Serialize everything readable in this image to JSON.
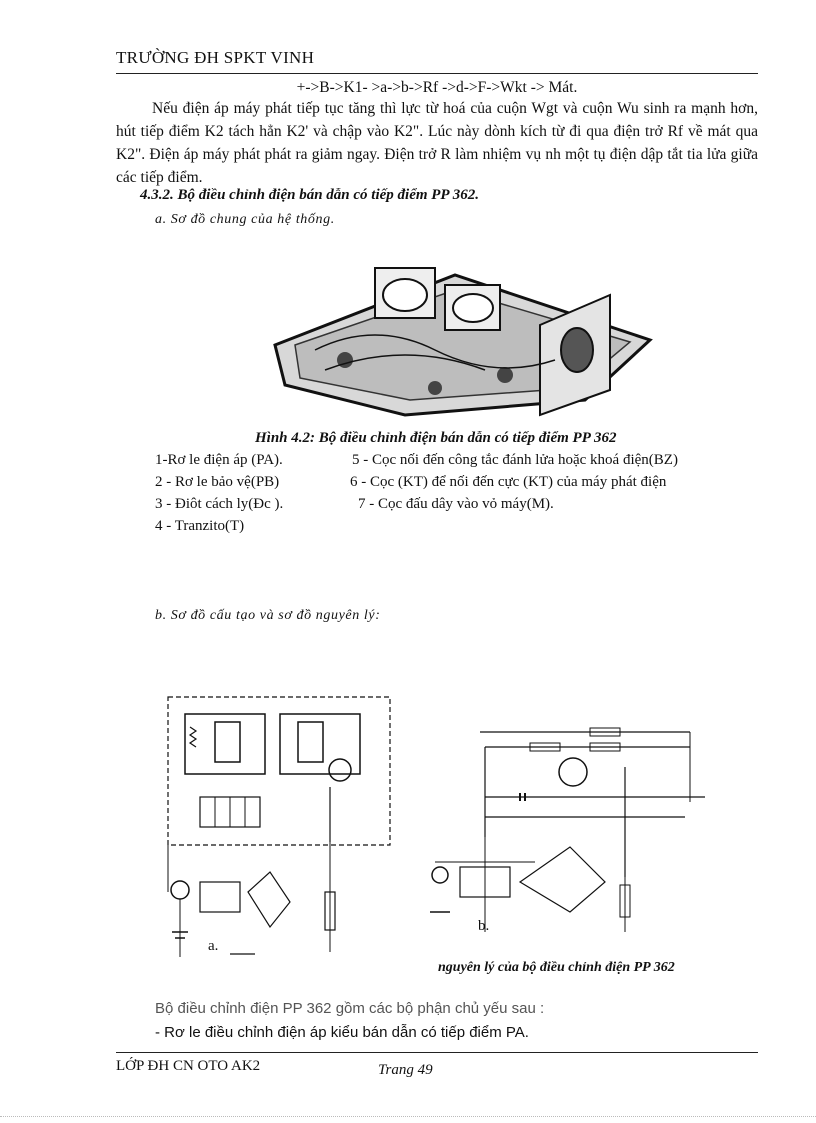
{
  "header": {
    "school": "TRƯỜNG ĐH SPKT VINH"
  },
  "body": {
    "formula_line": "+->B->K1- >a->b->Rf ->d->F->Wkt -> Mát.",
    "paragraph": "Nếu điện áp máy phát tiếp tục tăng thì lực từ hoá của cuộn Wgt và cuộn Wu sinh ra mạnh hơn, hút tiếp điểm K2 tách hẳn K2' và chập vào K2\". Lúc này dònh kích từ đi qua điện trở Rf về mát qua K2\". Điện áp máy phát phát ra giảm ngay. Điện trở R làm nhiệm vụ nh một tụ điện dập tắt tia lửa giữa các tiếp điểm.",
    "section_title": "4.3.2. Bộ điều chỉnh điện bán dẫn có tiếp điểm PP 362.",
    "sub_a": "a. Sơ đồ chung của hệ thống.",
    "figure_caption": "Hình 4.2: Bộ điều chỉnh điện bán dẫn có tiếp điểm PP 362",
    "legend_left": [
      "1-Rơ le điện áp (PA).",
      "2 - Rơ le bảo vệ(PB)",
      "3 - Điôt cách ly(Đc ).",
      "4 - Tranzito(T)"
    ],
    "legend_right": [
      "5 - Cọc nối đến công tắc đánh lửa hoặc khoá điện(BZ)",
      "6 - Cọc (KT) để nối đến cực (KT) của máy phát điện",
      "7 - Cọc đấu dây vào vỏ máy(M)."
    ],
    "sub_b": "b. Sơ đồ cấu tạo và sơ đồ nguyên lý:",
    "diagram_label_a": "a.",
    "diagram_label_b": "b.",
    "diagram_caption": "nguyên lý của bộ điều chỉnh điện PP 362",
    "cut_line": "Bộ điều chỉnh điện PP 362 gồm các bộ phận chủ yếu sau :",
    "bullet": "- Rơ le điều chỉnh điện áp kiểu bán dẫn có tiếp điểm PA."
  },
  "footer": {
    "class_name": "LỚP ĐH CN OTO AK2",
    "page": "Trang 49"
  }
}
